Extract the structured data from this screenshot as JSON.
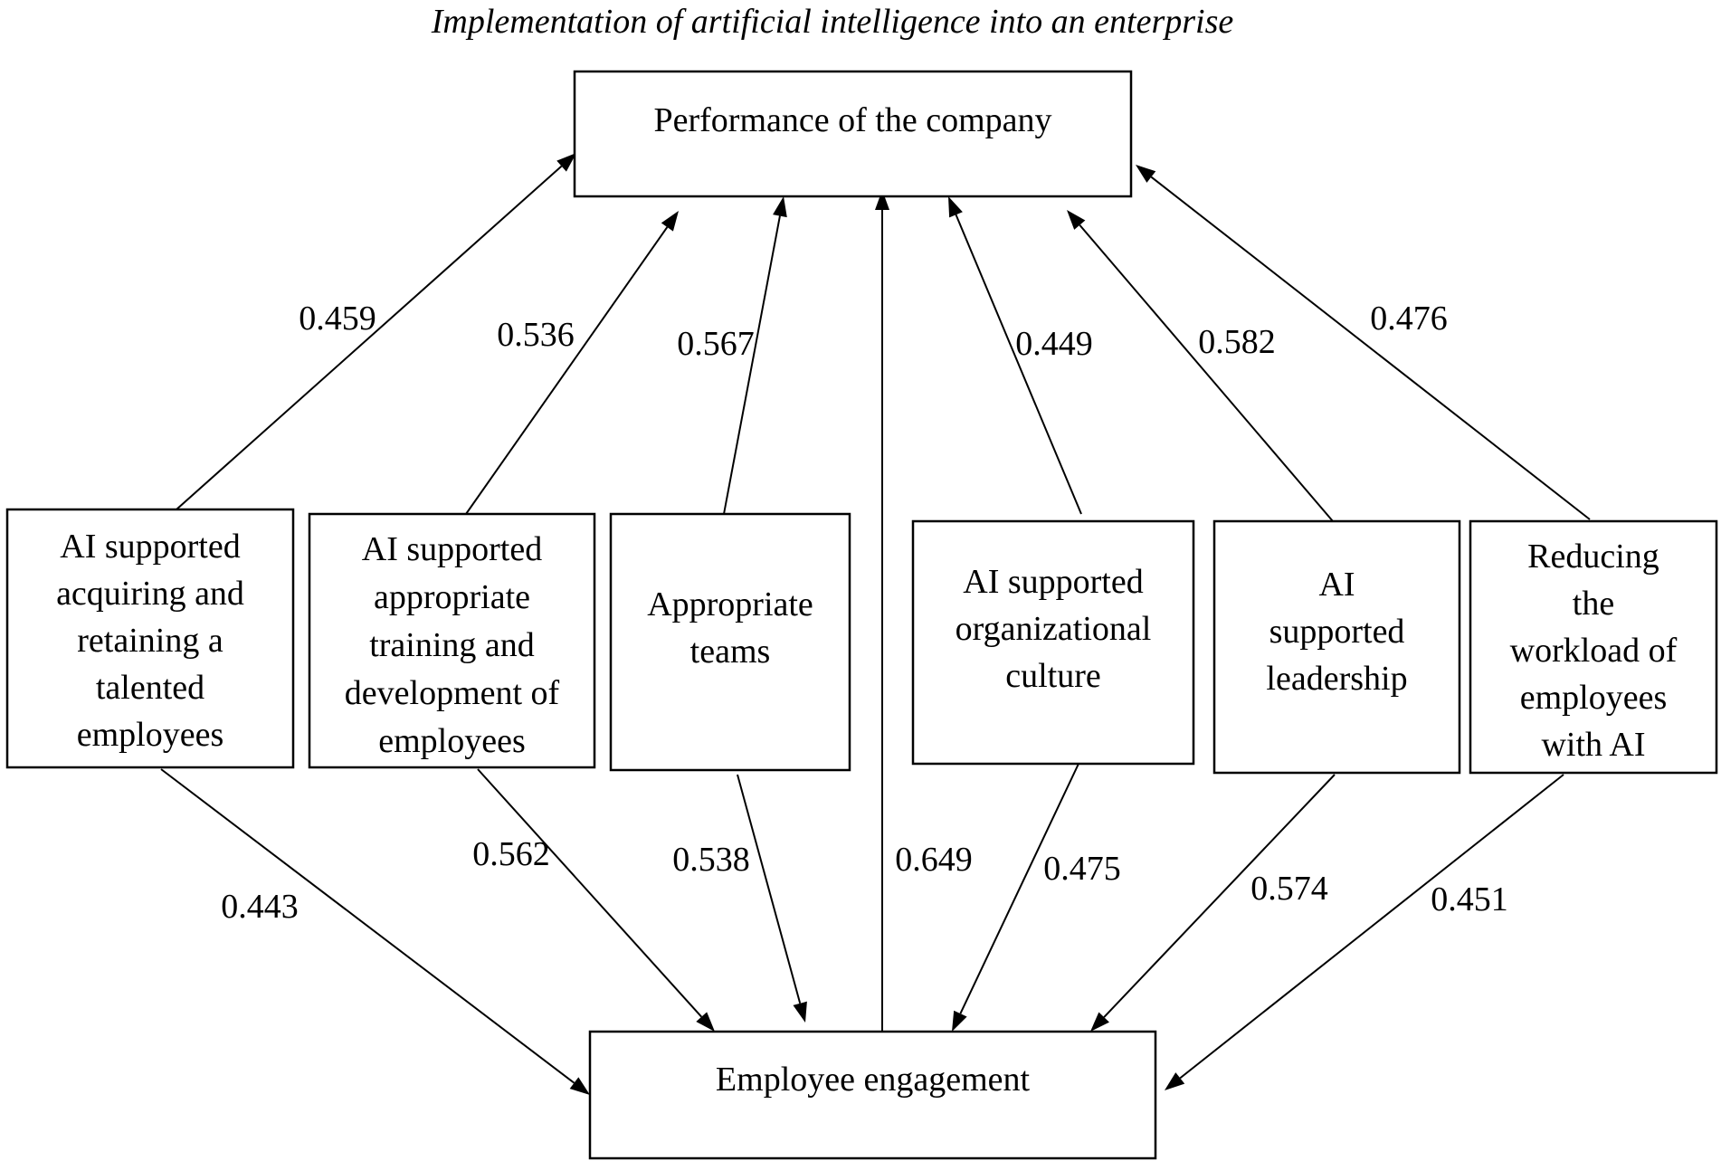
{
  "title": "Implementation of artificial intelligence into an enterprise",
  "nodes": {
    "performance": {
      "lines": [
        "Performance of the company"
      ]
    },
    "engagement": {
      "lines": [
        "Employee engagement"
      ]
    },
    "f1": {
      "lines": [
        "AI supported",
        "acquiring and",
        "retaining a",
        "talented",
        "employees"
      ]
    },
    "f2": {
      "lines": [
        "AI supported",
        "appropriate",
        "training and",
        "development of",
        "employees"
      ]
    },
    "f3": {
      "lines": [
        "Appropriate",
        "teams"
      ]
    },
    "f4": {
      "lines": [
        "AI supported",
        "organizational",
        "culture"
      ]
    },
    "f5": {
      "lines": [
        "AI",
        "supported",
        "leadership"
      ]
    },
    "f6": {
      "lines": [
        "Reducing",
        "the",
        "workload of",
        "employees",
        "with AI"
      ]
    }
  },
  "edges": [
    {
      "from": "f1",
      "to": "performance",
      "weight": "0.459"
    },
    {
      "from": "f2",
      "to": "performance",
      "weight": "0.536"
    },
    {
      "from": "f3",
      "to": "performance",
      "weight": "0.567"
    },
    {
      "from": "engagement",
      "to": "performance",
      "weight": "0.649"
    },
    {
      "from": "f4",
      "to": "performance",
      "weight": "0.449"
    },
    {
      "from": "f5",
      "to": "performance",
      "weight": "0.582"
    },
    {
      "from": "f6",
      "to": "performance",
      "weight": "0.476"
    },
    {
      "from": "f1",
      "to": "engagement",
      "weight": "0.443"
    },
    {
      "from": "f2",
      "to": "engagement",
      "weight": "0.562"
    },
    {
      "from": "f3",
      "to": "engagement",
      "weight": "0.538"
    },
    {
      "from": "f4",
      "to": "engagement",
      "weight": "0.475"
    },
    {
      "from": "f5",
      "to": "engagement",
      "weight": "0.574"
    },
    {
      "from": "f6",
      "to": "engagement",
      "weight": "0.451"
    }
  ]
}
